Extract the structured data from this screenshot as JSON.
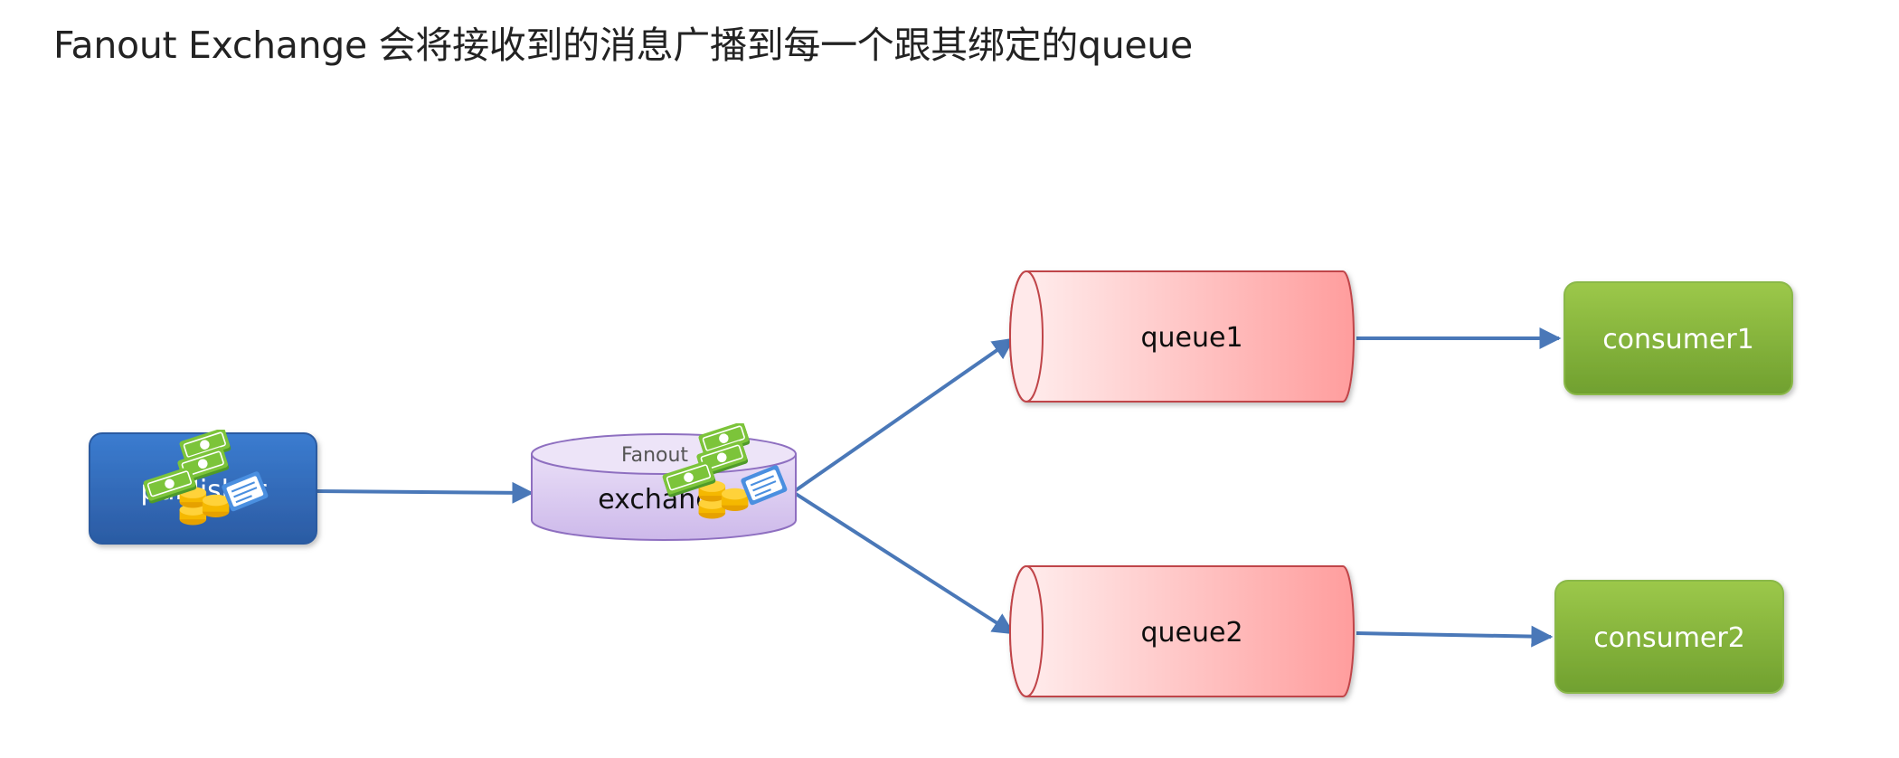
{
  "title": "Fanout Exchange 会将接收到的消息广播到每一个跟其绑定的queue",
  "nodes": {
    "publisher": {
      "label": "publisher",
      "icon": "money-icon"
    },
    "exchange": {
      "type_label": "Fanout",
      "label": "exchange",
      "icon": "money-icon"
    },
    "queue1": {
      "label": "queue1"
    },
    "queue2": {
      "label": "queue2"
    },
    "consumer1": {
      "label": "consumer1"
    },
    "consumer2": {
      "label": "consumer2"
    }
  },
  "colors": {
    "publisher": "#3a6fbf",
    "exchange": "#d9c9ef",
    "queue": "#ff9f9f",
    "consumer": "#7fad3b",
    "arrow": "#4a78b8"
  }
}
